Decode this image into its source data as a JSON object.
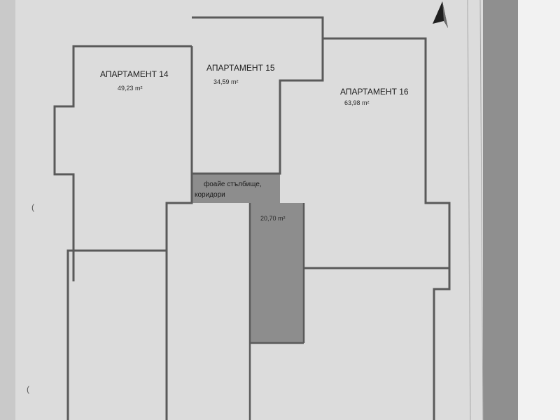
{
  "plan": {
    "apartments": [
      {
        "label": "АПАРТАМЕНТ 14",
        "area": "49,23 m²"
      },
      {
        "label": "АПАРТАМЕНТ 15",
        "area": "34,59 m²"
      },
      {
        "label": "АПАРТАМЕНТ 16",
        "area": "63,98 m²"
      }
    ],
    "common": {
      "label_line1": "фоайе стълбище,",
      "label_line2": "коридори",
      "area": "20,70 m²"
    },
    "north_arrow_icon": "north-arrow-icon",
    "colors": {
      "paper": "#d9d9d9",
      "walls": "#555555",
      "common_fill": "#8a8a8a",
      "text": "#1e1e1e"
    }
  }
}
